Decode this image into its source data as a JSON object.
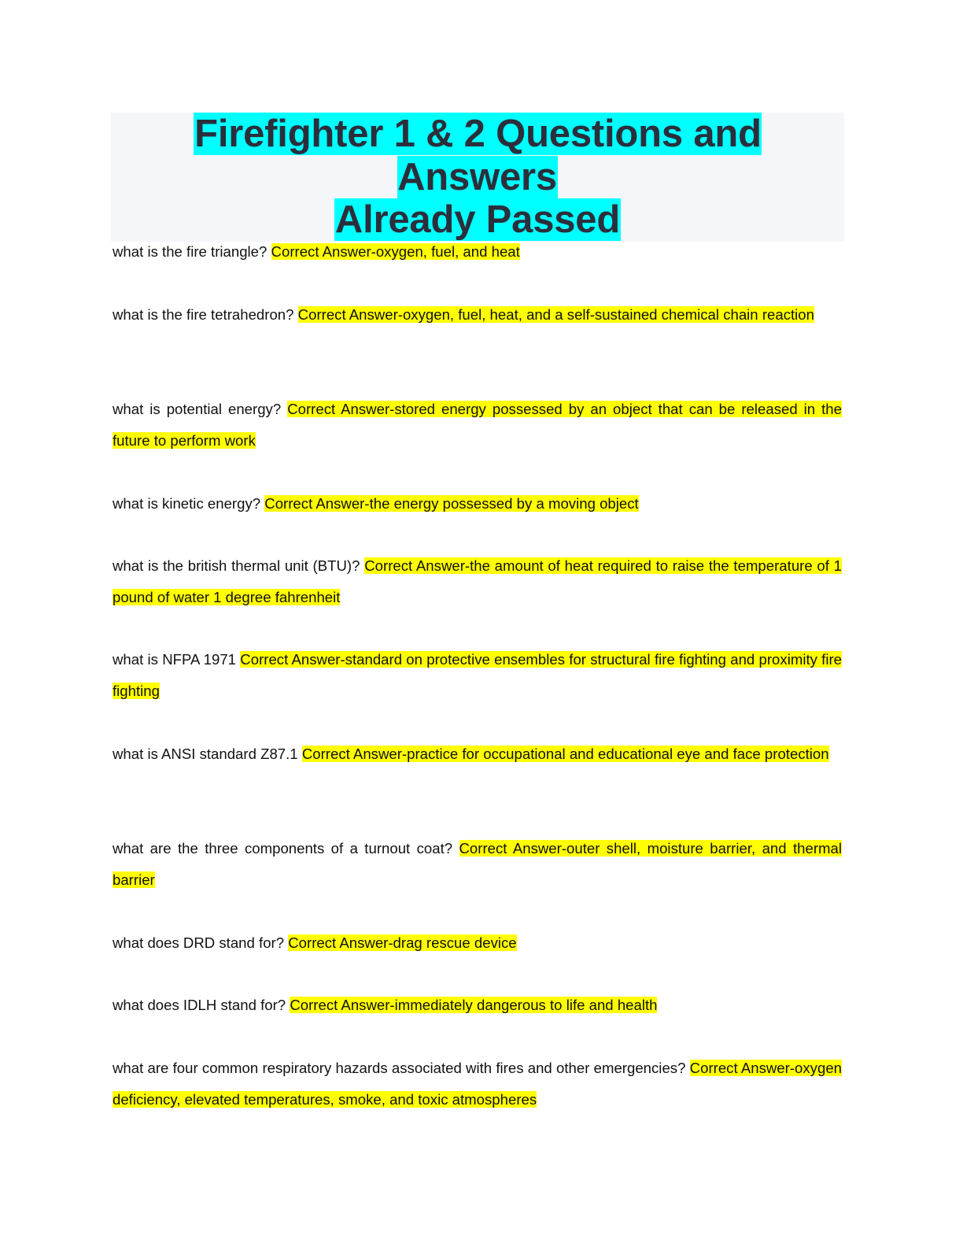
{
  "document": {
    "title_line1": "Firefighter 1 & 2 Questions and Answers",
    "title_line2": "Already Passed",
    "highlight_colors": {
      "title": "#00ffff",
      "answer": "#ffff00",
      "title_box": "#f5f6fa"
    },
    "items": [
      {
        "question": "what is the fire triangle?",
        "answer": "Correct Answer-oxygen, fuel, and heat"
      },
      {
        "question": "what is the fire tetrahedron?",
        "answer": "Correct Answer-oxygen, fuel, heat, and a self-sustained chemical chain reaction"
      },
      {
        "question": "what is potential energy?",
        "answer": "Correct Answer-stored energy possessed by an object that can be released in the future to perform work"
      },
      {
        "question": "what is kinetic energy?",
        "answer": "Correct Answer-the energy possessed by a moving object"
      },
      {
        "question": "what is the british thermal unit (BTU)?",
        "answer": "Correct Answer-the amount of heat required to raise the temperature of 1 pound of water 1 degree fahrenheit"
      },
      {
        "question": "what is NFPA 1971",
        "answer": "Correct Answer-standard on protective ensembles for structural fire fighting and proximity fire fighting"
      },
      {
        "question": "what is ANSI standard Z87.1",
        "answer": "Correct Answer-practice for occupational and educational eye and face protection"
      },
      {
        "question": "what are the three components of a turnout coat?",
        "answer": "Correct Answer-outer shell, moisture barrier, and thermal barrier"
      },
      {
        "question": "what does DRD stand for?",
        "answer": "Correct Answer-drag rescue device"
      },
      {
        "question": "what does IDLH stand for?",
        "answer": "Correct Answer-immediately dangerous to life and health"
      },
      {
        "question": "what are four common respiratory hazards associated with fires and other emergencies?",
        "answer": "Correct Answer-oxygen deficiency, elevated temperatures, smoke, and toxic atmospheres"
      }
    ]
  }
}
